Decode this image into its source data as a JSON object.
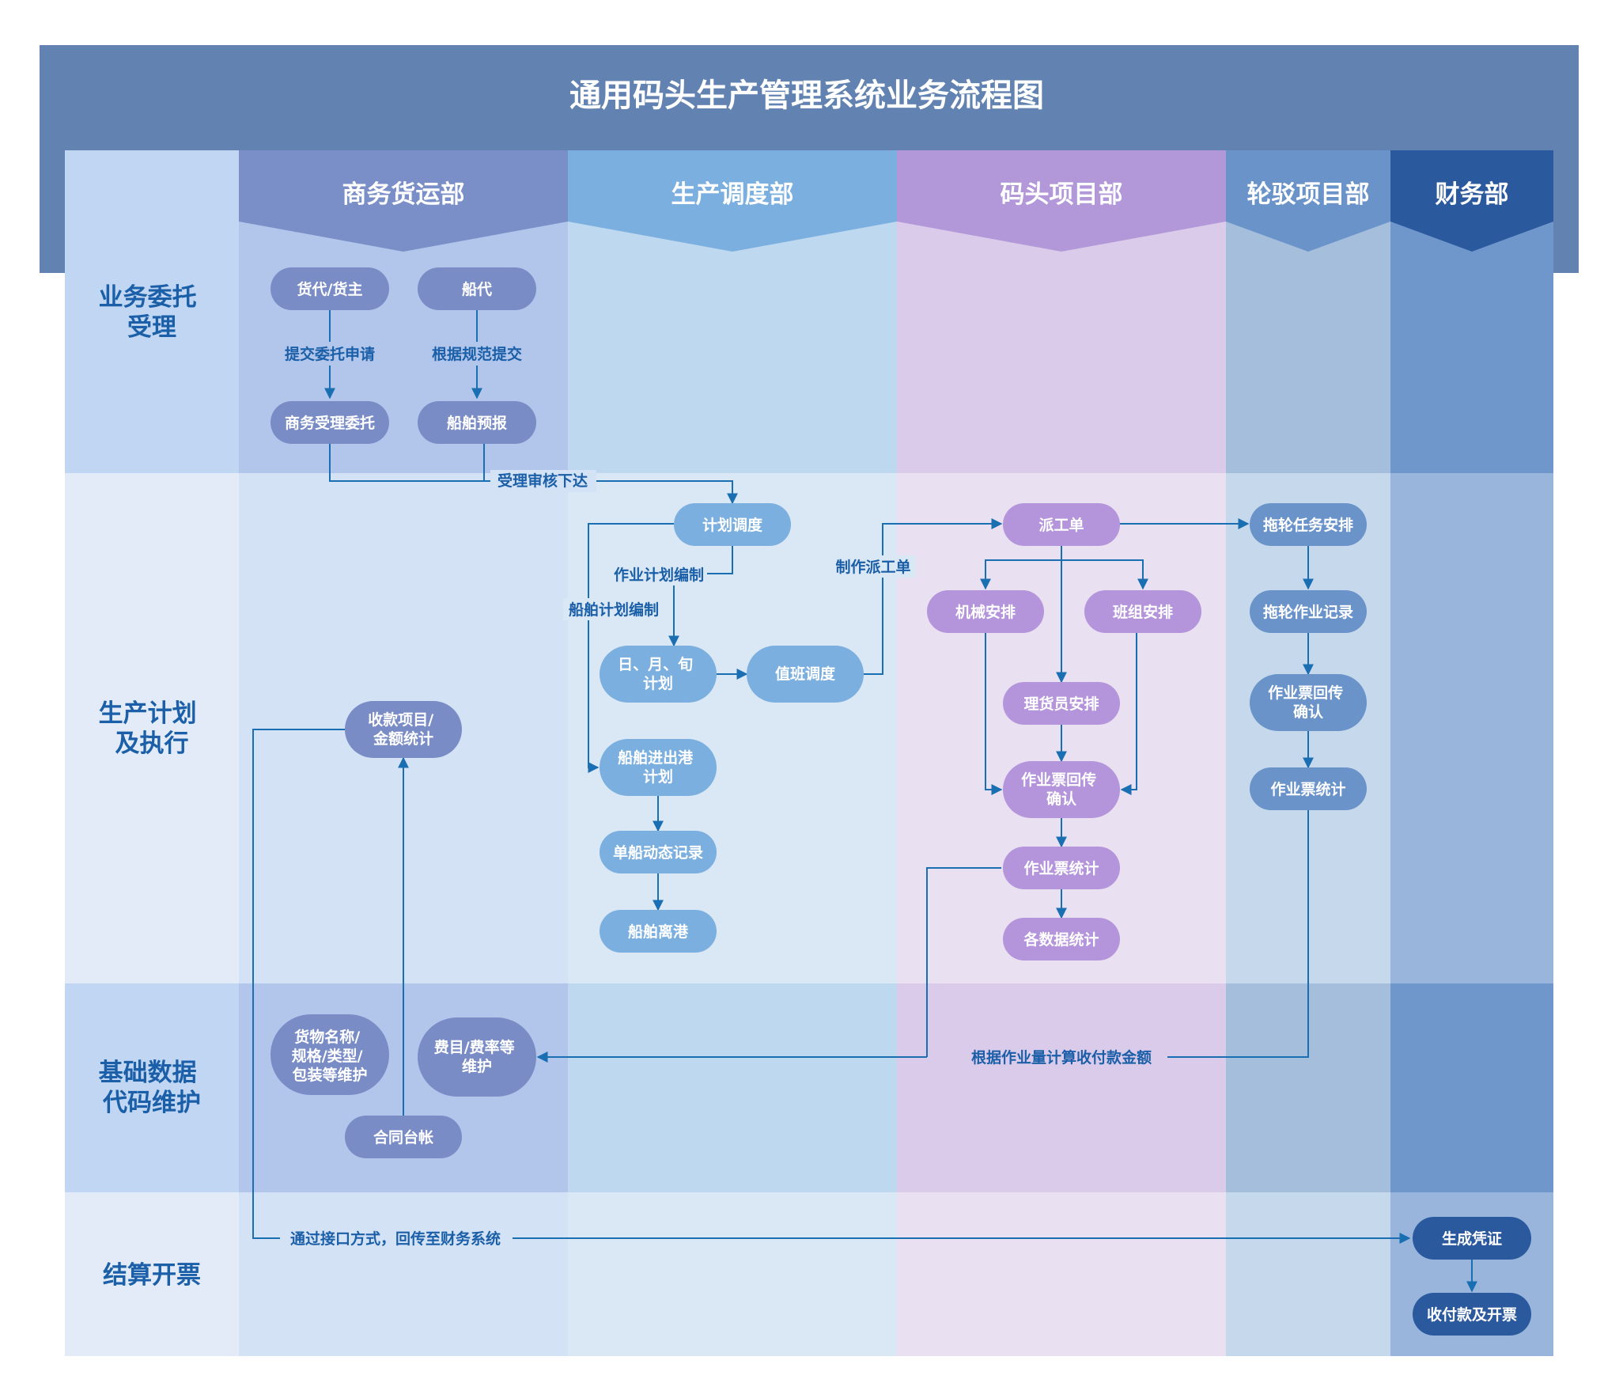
{
  "title": "通用码头生产管理系统业务流程图",
  "colors": {
    "header": "#6283b1",
    "edge": "#1a6fb3",
    "label": "#1a5fa8"
  },
  "departments": [
    {
      "id": "commerce",
      "label": "商务货运部"
    },
    {
      "id": "dispatch",
      "label": "生产调度部"
    },
    {
      "id": "terminal",
      "label": "码头项目部"
    },
    {
      "id": "tug",
      "label": "轮驳项目部"
    },
    {
      "id": "finance",
      "label": "财务部"
    }
  ],
  "phases": [
    {
      "id": "entrust",
      "lines": [
        "业务委托",
        "受理"
      ]
    },
    {
      "id": "production",
      "lines": [
        "生产计划",
        "及执行"
      ]
    },
    {
      "id": "basedata",
      "lines": [
        "基础数据",
        "代码维护"
      ]
    },
    {
      "id": "settlement",
      "lines": [
        "结算开票"
      ]
    }
  ],
  "nodes": [
    {
      "id": "huodai",
      "lines": [
        "货代/货主"
      ]
    },
    {
      "id": "chuandai",
      "lines": [
        "船代"
      ]
    },
    {
      "id": "shouli",
      "lines": [
        "商务受理委托"
      ]
    },
    {
      "id": "yubao",
      "lines": [
        "船舶预报"
      ]
    },
    {
      "id": "jihuadiaodu",
      "lines": [
        "计划调度"
      ]
    },
    {
      "id": "riyuexun",
      "lines": [
        "日、月、旬",
        "计划"
      ]
    },
    {
      "id": "zhiban",
      "lines": [
        "值班调度"
      ]
    },
    {
      "id": "jinchugang",
      "lines": [
        "船舶进出港",
        "计划"
      ]
    },
    {
      "id": "dongtai",
      "lines": [
        "单船动态记录"
      ]
    },
    {
      "id": "ligang",
      "lines": [
        "船舶离港"
      ]
    },
    {
      "id": "paigongdan",
      "lines": [
        "派工单"
      ]
    },
    {
      "id": "jixie",
      "lines": [
        "机械安排"
      ]
    },
    {
      "id": "banzu",
      "lines": [
        "班组安排"
      ]
    },
    {
      "id": "lihuoyuan",
      "lines": [
        "理货员安排"
      ]
    },
    {
      "id": "huichuan_t",
      "lines": [
        "作业票回传",
        "确认"
      ]
    },
    {
      "id": "tongji_t",
      "lines": [
        "作业票统计"
      ]
    },
    {
      "id": "gezhong",
      "lines": [
        "各数据统计"
      ]
    },
    {
      "id": "tuolun_rw",
      "lines": [
        "拖轮任务安排"
      ]
    },
    {
      "id": "tuolun_jl",
      "lines": [
        "拖轮作业记录"
      ]
    },
    {
      "id": "huichuan_g",
      "lines": [
        "作业票回传",
        "确认"
      ]
    },
    {
      "id": "tongji_g",
      "lines": [
        "作业票统计"
      ]
    },
    {
      "id": "shoukuan",
      "lines": [
        "收款项目/",
        "金额统计"
      ]
    },
    {
      "id": "huowu",
      "lines": [
        "货物名称/",
        "规格/类型/",
        "包装等维护"
      ]
    },
    {
      "id": "feimu",
      "lines": [
        "费目/费率等",
        "维护"
      ]
    },
    {
      "id": "hetong",
      "lines": [
        "合同台帐"
      ]
    },
    {
      "id": "pingzheng",
      "lines": [
        "生成凭证"
      ]
    },
    {
      "id": "kaipiao",
      "lines": [
        "收付款及开票"
      ]
    }
  ],
  "edge_labels": [
    {
      "id": "tijiao",
      "text": "提交委托申请"
    },
    {
      "id": "guifan",
      "text": "根据规范提交"
    },
    {
      "id": "shenhe",
      "text": "受理审核下达"
    },
    {
      "id": "zuoyejihua",
      "text": "作业计划编制"
    },
    {
      "id": "chuanbojihua",
      "text": "船舶计划编制"
    },
    {
      "id": "zhizuo",
      "text": "制作派工单"
    },
    {
      "id": "jisuan",
      "text": "根据作业量计算收付款金额"
    },
    {
      "id": "jiekou",
      "text": "通过接口方式，回传至财务系统"
    }
  ]
}
